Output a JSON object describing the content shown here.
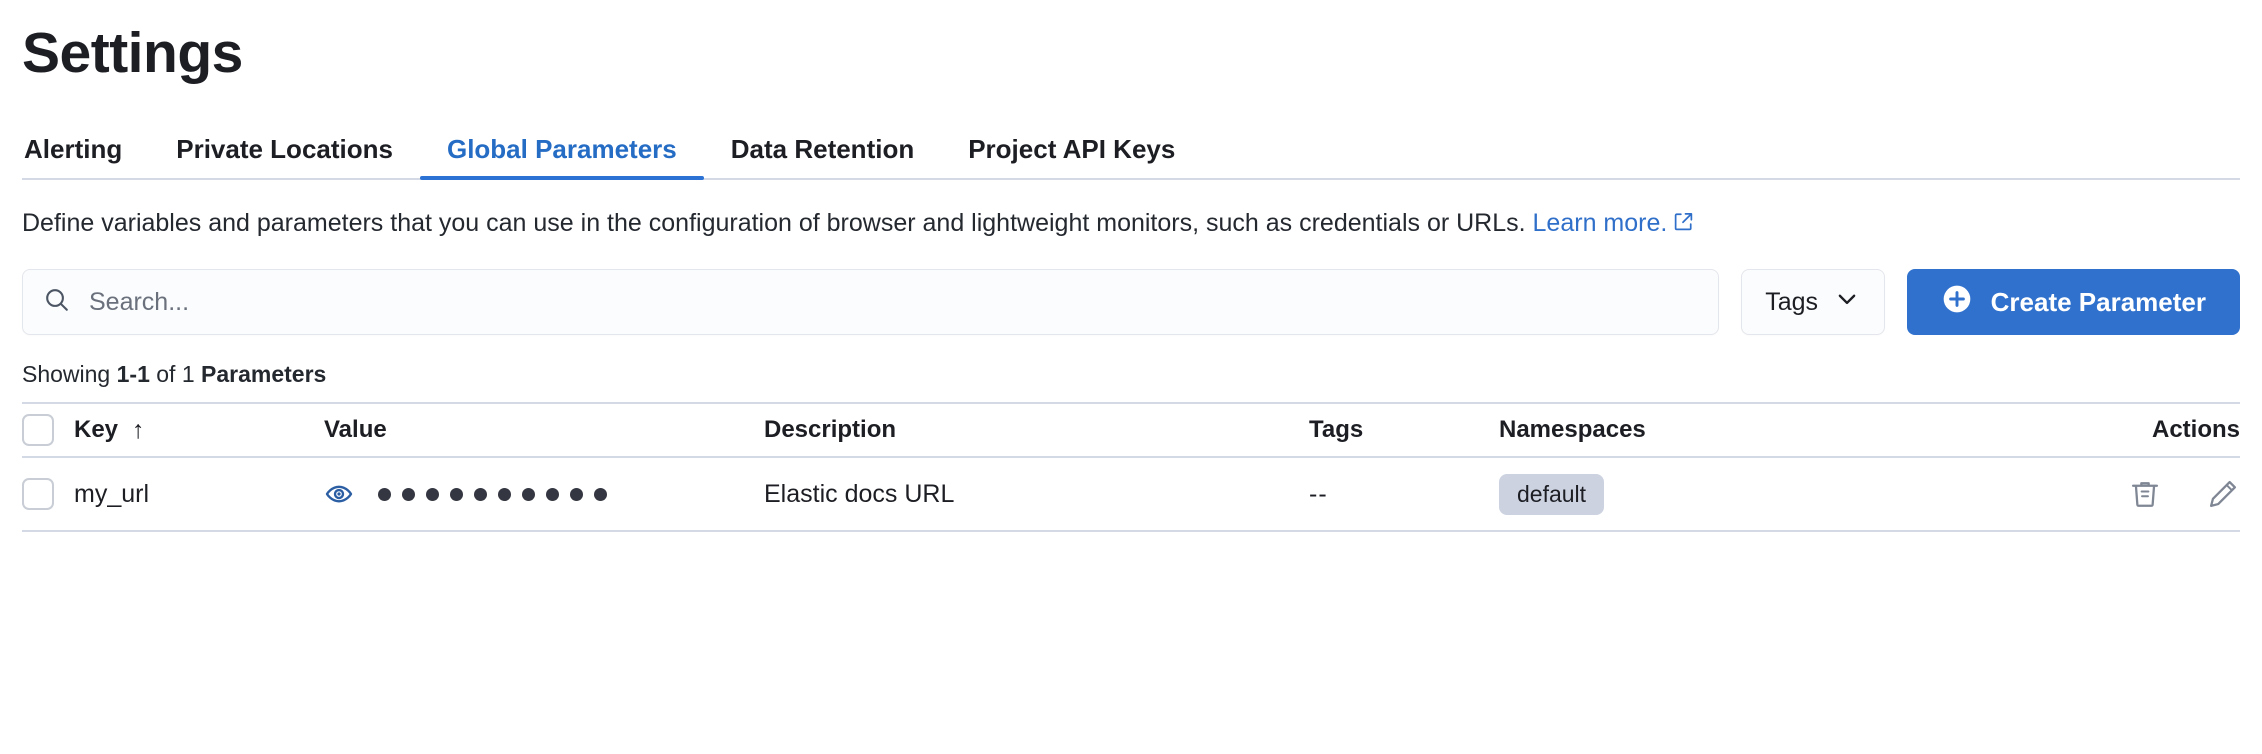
{
  "header": {
    "title": "Settings"
  },
  "tabs": [
    {
      "label": "Alerting",
      "active": false,
      "name": "tab-alerting"
    },
    {
      "label": "Private Locations",
      "active": false,
      "name": "tab-private-locations"
    },
    {
      "label": "Global Parameters",
      "active": true,
      "name": "tab-global-parameters"
    },
    {
      "label": "Data Retention",
      "active": false,
      "name": "tab-data-retention"
    },
    {
      "label": "Project API Keys",
      "active": false,
      "name": "tab-project-api-keys"
    }
  ],
  "description": {
    "text": "Define variables and parameters that you can use in the configuration of browser and lightweight monitors, such as credentials or URLs. ",
    "link_text": "Learn more.",
    "link_icon": "external-link-icon"
  },
  "controls": {
    "search": {
      "placeholder": "Search...",
      "value": "",
      "icon": "search-icon"
    },
    "tags_filter": {
      "label": "Tags",
      "icon": "chevron-down-icon"
    },
    "create_button": {
      "label": "Create Parameter",
      "icon": "plus-circle-icon"
    }
  },
  "results": {
    "showing_prefix": "Showing ",
    "range": "1-1",
    "of": " of ",
    "total": "1",
    "entity": " Parameters"
  },
  "table": {
    "columns": [
      {
        "label": "",
        "name": "col-select"
      },
      {
        "label": "Key",
        "name": "col-key",
        "sort": "↑"
      },
      {
        "label": "Value",
        "name": "col-value"
      },
      {
        "label": "Description",
        "name": "col-description"
      },
      {
        "label": "Tags",
        "name": "col-tags"
      },
      {
        "label": "Namespaces",
        "name": "col-namespaces"
      },
      {
        "label": "Actions",
        "name": "col-actions"
      }
    ],
    "rows": [
      {
        "key": "my_url",
        "value_masked_dots": 10,
        "value_toggle_icon": "eye-icon",
        "description": "Elastic docs URL",
        "tags": "--",
        "namespaces": [
          "default"
        ],
        "actions": [
          "trash-icon",
          "pencil-icon"
        ]
      }
    ]
  },
  "colors": {
    "accent": "#2f71cd",
    "tab_active": "#256cc5",
    "link": "#2f6fc9",
    "border": "#d3dae6",
    "badge_bg": "#ccd2e0",
    "text": "#1d1e24",
    "icon_muted": "#7f8694"
  }
}
